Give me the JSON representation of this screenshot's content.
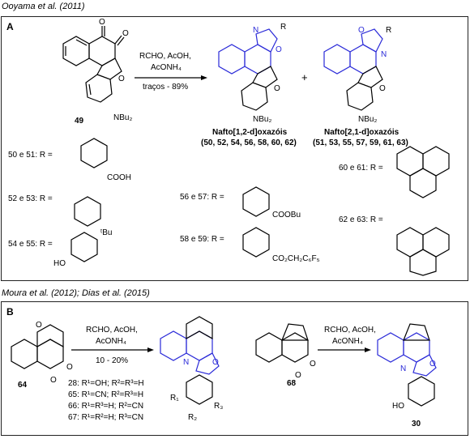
{
  "captions": {
    "a": "Ooyama et al. (2011)",
    "b": "Moura et al. (2012); Dias et al. (2015)"
  },
  "panel_a": {
    "label": "A",
    "reactant_id": "49",
    "reactant_sub": "NBu₂",
    "reagents_top": "RCHO, AcOH,",
    "reagents_mid": "AcONH₄",
    "yield": "traços - 89%",
    "plus": "+",
    "prod1_sub": "NBu₂",
    "prod2_sub": "NBu₂",
    "prod1_name": "Nafto[1,2-d]oxazóis",
    "prod1_nums": "(50, 52, 54, 56, 58, 60, 62)",
    "prod2_name": "Nafto[2,1-d]oxazóis",
    "prod2_nums": "(51, 53, 55, 57, 59, 61, 63)",
    "r_groups": [
      {
        "label": "50 e 51: R =",
        "sub": "COOH"
      },
      {
        "label": "52 e 53: R =",
        "sub": "ᵗBu"
      },
      {
        "label": "54 e 55: R =",
        "sub": "HO"
      },
      {
        "label": "56 e 57: R =",
        "sub": "COOBu"
      },
      {
        "label": "58 e 59: R =",
        "sub": "CO₂CH₂C₆F₅"
      },
      {
        "label": "60 e 61: R =",
        "sub": ""
      },
      {
        "label": "62 e 63: R =",
        "sub": ""
      }
    ]
  },
  "panel_b": {
    "label": "B",
    "reactant1_id": "64",
    "reagents1_top": "RCHO, AcOH,",
    "reagents1_mid": "AcONH₄",
    "yield1": "10 - 20%",
    "products": [
      "28: R¹=OH; R²=R³=H",
      "65: R¹=CN; R²=R³=H",
      "66: R¹=R³=H; R²=CN",
      "67: R¹=R²=H; R³=CN"
    ],
    "r1": "R₁",
    "r2": "R₂",
    "r3": "R₃",
    "reactant2_id": "68",
    "reagents2_top": "RCHO, AcOH,",
    "reagents2_mid": "AcONH₄",
    "product2_id": "30",
    "product2_sub": "HO"
  },
  "colors": {
    "product_rings": "#2a2ad8",
    "frame": "#222222"
  }
}
